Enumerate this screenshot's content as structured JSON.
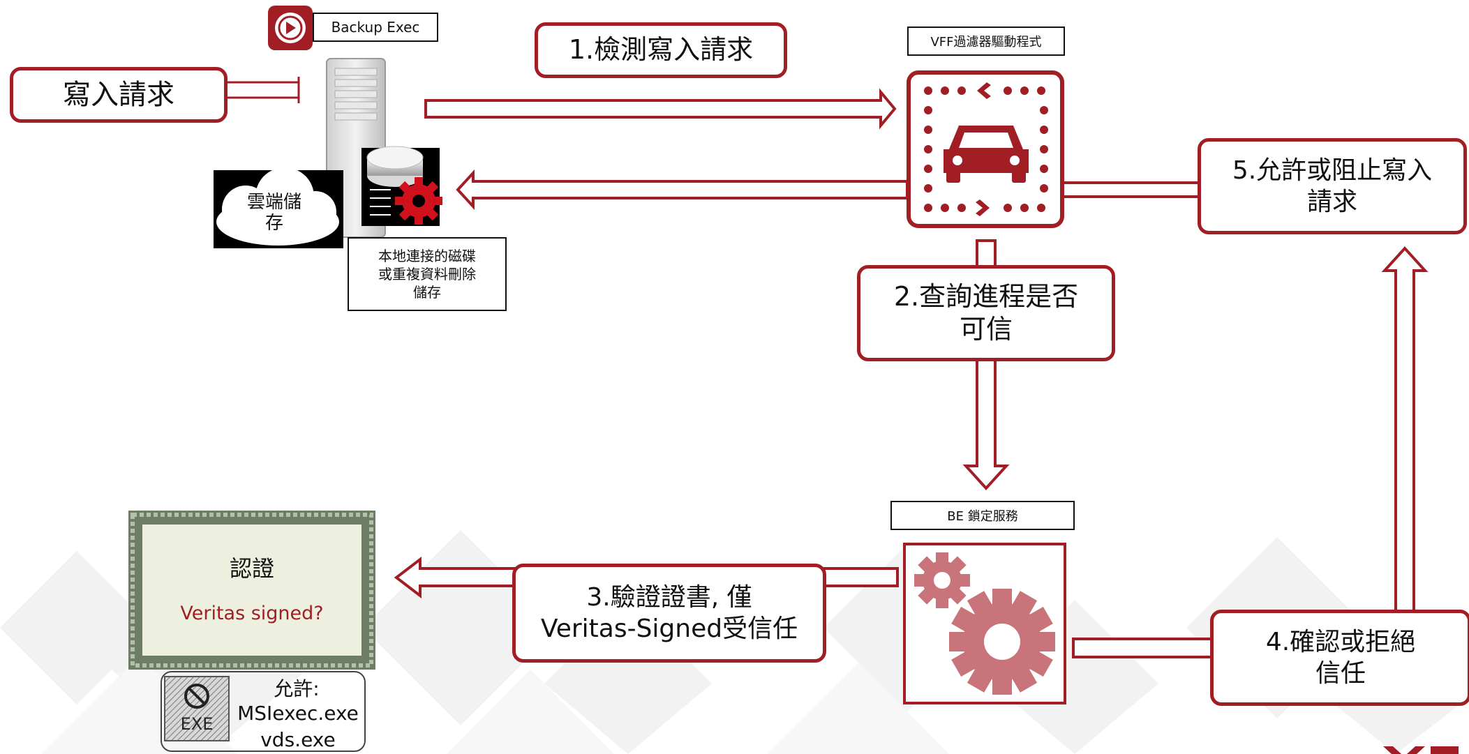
{
  "colors": {
    "accent": "#a01e24",
    "gear": "#c8747a",
    "dark": "#1a1a1a"
  },
  "nodes": {
    "write_request": "寫入請求",
    "backup_exec": "Backup Exec",
    "cloud_storage": "雲端儲\n存",
    "local_disk": "本地連接的磁碟\n或重複資料刪除\n儲存",
    "vff_driver": "VFF過濾器驅動程式",
    "be_lock_service": "BE 鎖定服務",
    "certificate_title": "認證",
    "certificate_question": "Veritas signed?",
    "allow_list_title": "允許:",
    "allow_list_items": [
      "MSIexec.exe",
      "vds.exe"
    ],
    "exe_label": "EXE"
  },
  "steps": {
    "step1": "1.檢測寫入請求",
    "step2": "2.查詢進程是否\n可信",
    "step3": "3.驗證證書, 僅\nVeritas-Signed受信任",
    "step4": "4.確認或拒絕\n信任",
    "step5": "5.允許或阻止寫入\n請求"
  },
  "icons": {
    "backup_exec_logo": "backup-exec-logo-icon",
    "server": "server-tower-icon",
    "cloud": "cloud-icon",
    "disk": "disk-storage-icon",
    "car": "car-icon",
    "gears": "gears-icon",
    "exe": "exe-file-icon"
  }
}
